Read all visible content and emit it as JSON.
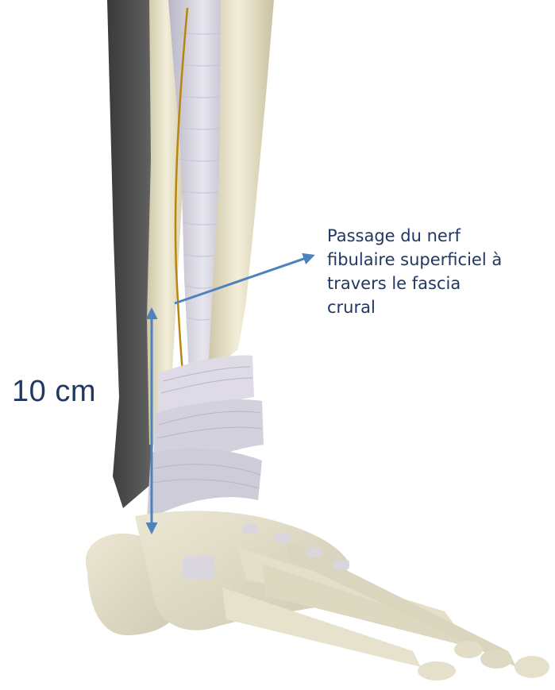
{
  "image": {
    "subject": "anatomical-leg-foot-3d",
    "annotation_lines": [
      "Passage du nerf",
      "fibulaire superficiel à",
      "travers le fascia",
      "crural"
    ],
    "measure_label": "10 cm"
  },
  "colors": {
    "text": "#1f3864",
    "arrow": "#4f81bd",
    "bone": "#eee8cf",
    "tendon": "#d9d6e0",
    "nerve": "#b8860b",
    "shadow": "#4b4b4b"
  },
  "icons": {
    "pointer_arrow": "arrow-icon",
    "measure_arrow": "double-arrow-icon"
  }
}
